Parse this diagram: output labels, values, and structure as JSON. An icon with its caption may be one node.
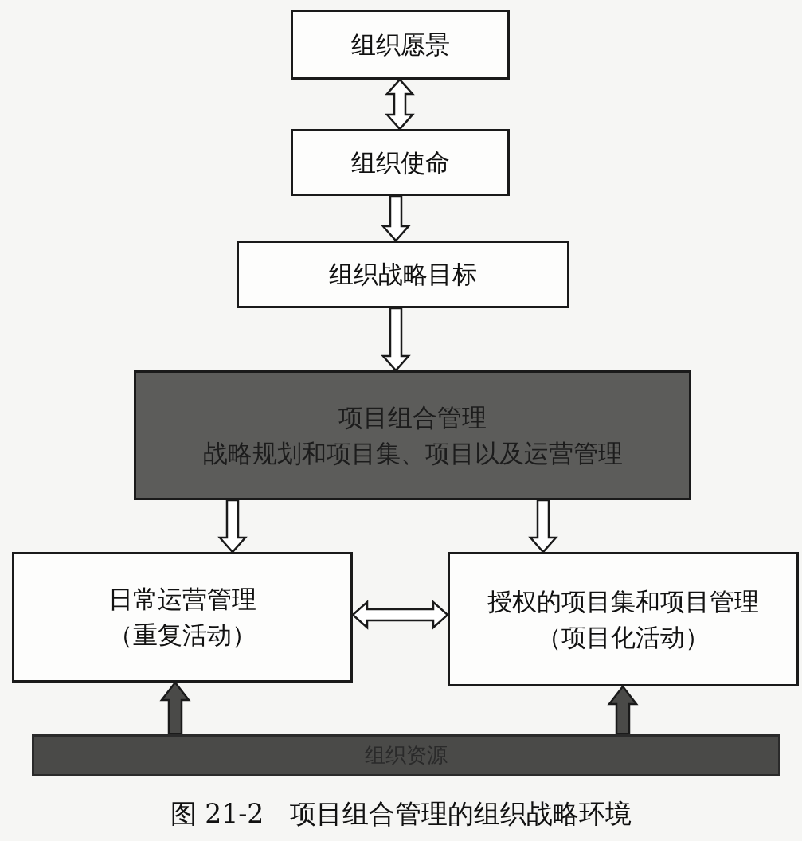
{
  "diagram": {
    "caption": "图 21-2　项目组合管理的组织战略环境",
    "nodes": [
      {
        "text": [
          "组织愿景"
        ]
      },
      {
        "text": [
          "组织使命"
        ]
      },
      {
        "text": [
          "组织战略目标"
        ]
      },
      {
        "text": [
          "项目组合管理",
          "战略规划和项目集、项目以及运营管理"
        ]
      },
      {
        "text": [
          "日常运营管理",
          "（重复活动）"
        ]
      },
      {
        "text": [
          "授权的项目集和项目管理",
          "（项目化活动）"
        ]
      },
      {
        "text": [
          "组织资源"
        ]
      }
    ],
    "edges": [
      {
        "from": 0,
        "to": 1,
        "arrow": "both"
      },
      {
        "from": 1,
        "to": 2,
        "arrow": "to"
      },
      {
        "from": 2,
        "to": 3,
        "arrow": "to"
      },
      {
        "from": 3,
        "to": 4,
        "arrow": "to"
      },
      {
        "from": 3,
        "to": 5,
        "arrow": "to"
      },
      {
        "from": 4,
        "to": 5,
        "arrow": "both"
      },
      {
        "from": 6,
        "to": 4,
        "arrow": "to",
        "style": "thick",
        "color": "#4a4a48"
      },
      {
        "from": 6,
        "to": 5,
        "arrow": "to",
        "style": "thick",
        "color": "#4a4a48"
      }
    ]
  }
}
